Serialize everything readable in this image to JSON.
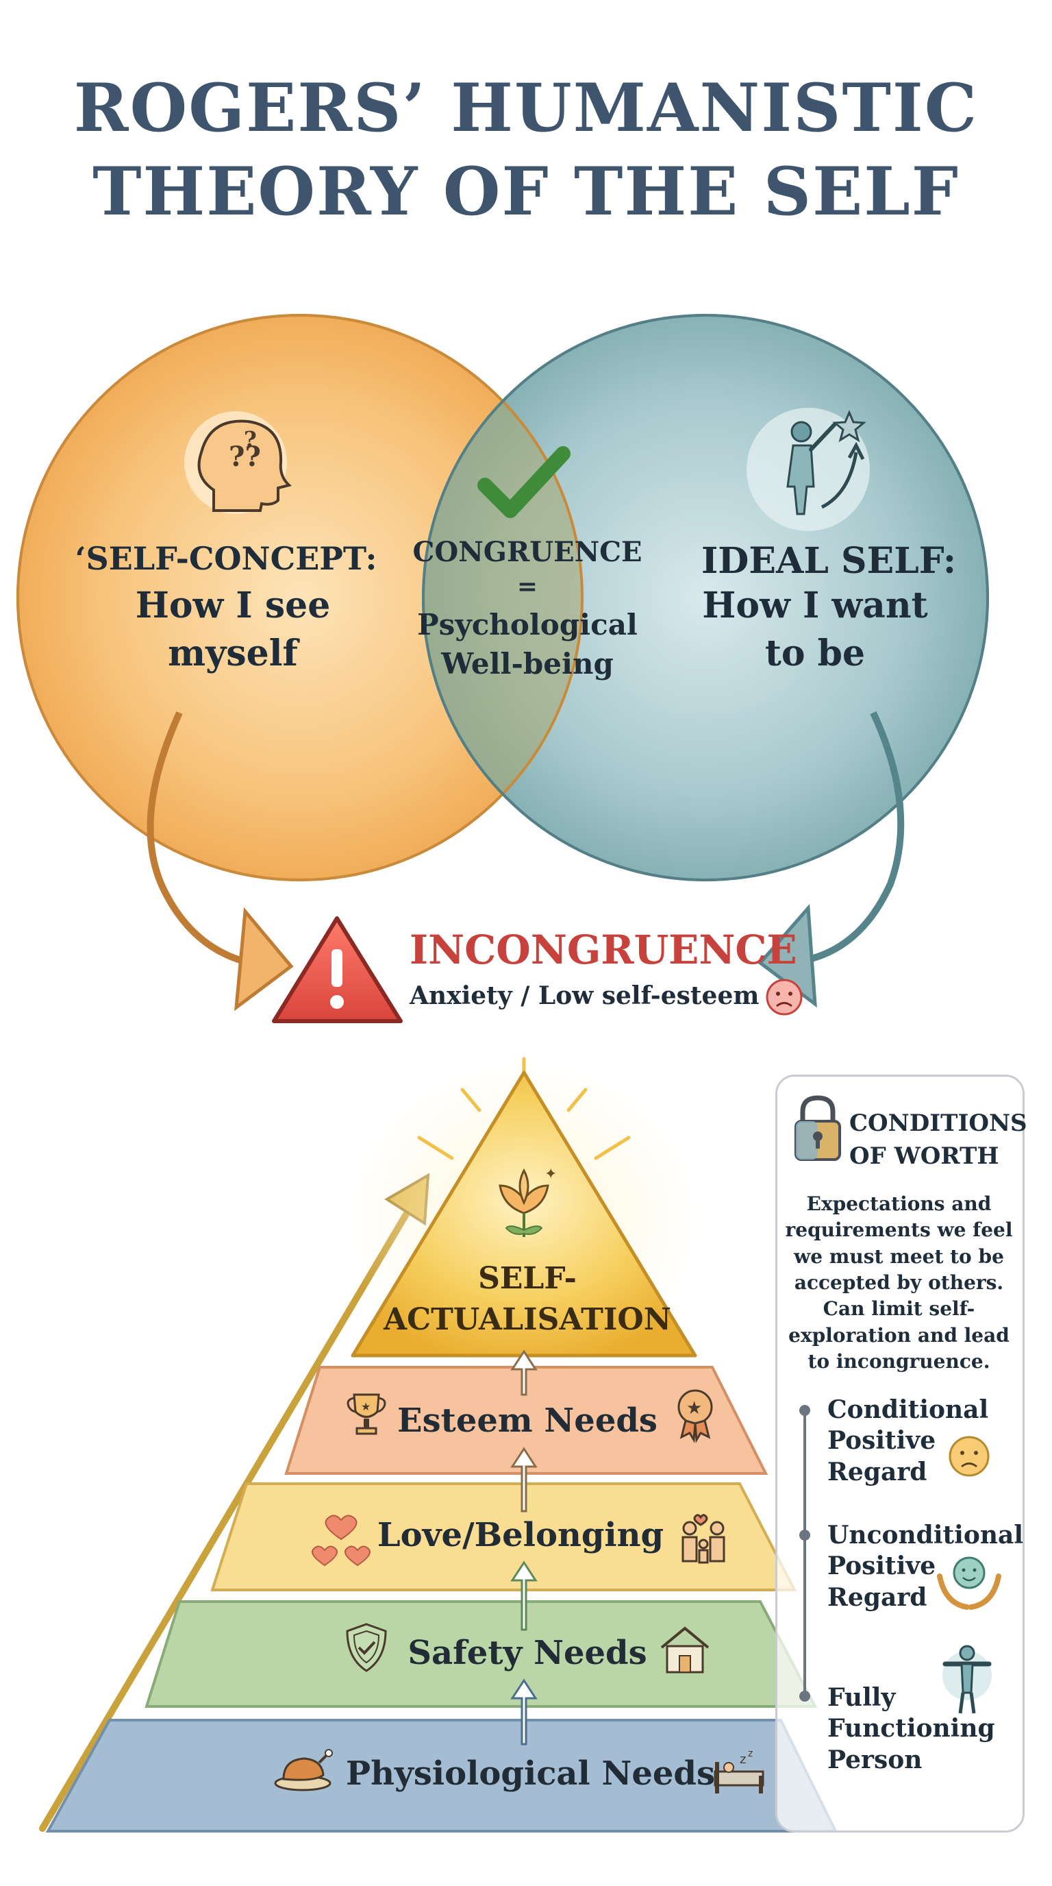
{
  "title": {
    "line1": "ROGERS’ HUMANISTIC",
    "line2": "THEORY OF THE SELF"
  },
  "venn": {
    "self_concept": {
      "heading": "‘SELF-CONCEPT:",
      "line2": "How I see",
      "line3": "myself",
      "color": "#f4b35f"
    },
    "congruence": {
      "heading": "CONGRUENCE",
      "equals": "=",
      "line3": "Psychological",
      "line4": "Well-being"
    },
    "ideal_self": {
      "heading": "IDEAL SELF:",
      "line2": "How I want",
      "line3": "to be",
      "color": "#7fadb2"
    }
  },
  "incongruence": {
    "title": "INCONGRUENCE",
    "subtitle": "Anxiety / Low self-esteem"
  },
  "pyramid": {
    "apex": {
      "line1": "SELF-",
      "line2": "ACTUALISATION"
    },
    "levels": [
      {
        "label": "Esteem Needs",
        "color": "#f5bd95",
        "icon": "trophy-icon"
      },
      {
        "label": "Love/Belonging",
        "color": "#f8d98d",
        "icon": "hearts-icon"
      },
      {
        "label": "Safety Needs",
        "color": "#b5d1a1",
        "icon": "shield-icon"
      },
      {
        "label": "Physiological Needs",
        "color": "#9fb8cf",
        "icon": "food-icon"
      }
    ]
  },
  "conditions_of_worth": {
    "title1": "CONDITIONS",
    "title2": "OF WORTH",
    "description": [
      "Expectations and",
      "requirements we feel",
      "we must meet to be",
      "accepted by others.",
      "Can limit self-",
      "exploration and lead",
      "to incongruence."
    ],
    "items": [
      {
        "lines": [
          "Conditional",
          "Positive",
          "Regard"
        ],
        "icon": "sad-face-icon"
      },
      {
        "lines": [
          "Unconditional",
          "Positive",
          "Regard"
        ],
        "icon": "supportive-hands-icon"
      },
      {
        "lines": [
          "Fully",
          "Functioning",
          "Person"
        ],
        "icon": "open-arms-person-icon"
      }
    ]
  }
}
